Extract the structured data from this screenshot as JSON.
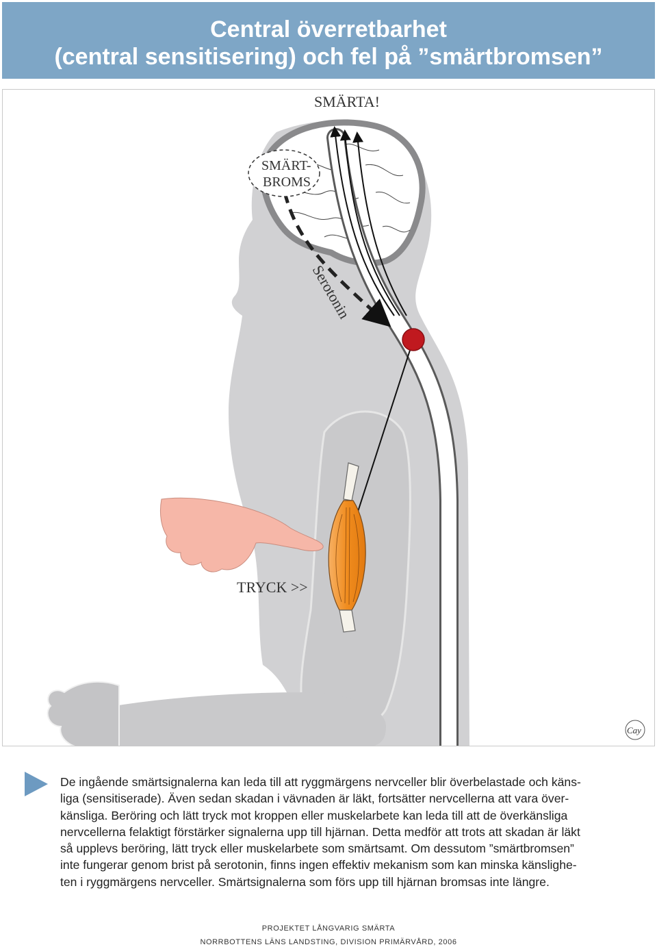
{
  "header": {
    "title_line1": "Central överretbarhet",
    "title_line2": "(central sensitisering) och fel på ”smärtbromsen”"
  },
  "figure": {
    "labels": {
      "pain": "SMÄRTA!",
      "brake_line1": "SMÄRT-",
      "brake_line2": "BROMS",
      "serotonin": "Serotonin",
      "pressure": "TRYCK >>",
      "signature": "Cay"
    },
    "colors": {
      "header_bg": "#7ea6c6",
      "body_silhouette": "#d1d1d3",
      "brain_outline": "#8a8a8c",
      "spinal_node": "#c0191f",
      "muscle": "#f08c1e",
      "finger_skin": "#f6b7a8"
    }
  },
  "description": {
    "lines": [
      "De ingående smärtsignalerna kan leda till att ryggmärgens nervceller blir överbelastade och käns-",
      "liga (sensitiserade). Även sedan skadan i vävnaden är läkt, fortsätter nervcellerna att vara över-",
      "känsliga. Beröring och lätt tryck mot kroppen eller muskelarbete kan leda till att de överkänsliga",
      "nervcellerna felaktigt förstärker signalerna upp till hjärnan. Detta medför att trots att skadan är läkt",
      "så upplevs beröring, lätt tryck eller muskelarbete som smärtsamt. Om dessutom ”smärtbromsen”",
      "inte fungerar genom brist på serotonin, finns ingen effektiv mekanism som kan minska känslighe-",
      "ten i ryggmärgens nervceller. Smärtsignalerna som förs upp till hjärnan bromsas inte längre."
    ]
  },
  "footer": {
    "line1": "PROJEKTET LÅNGVARIG SMÄRTA",
    "line2": "NORRBOTTENS LÄNS LANDSTING, DIVISION PRIMÄRVÅRD, 2006"
  }
}
